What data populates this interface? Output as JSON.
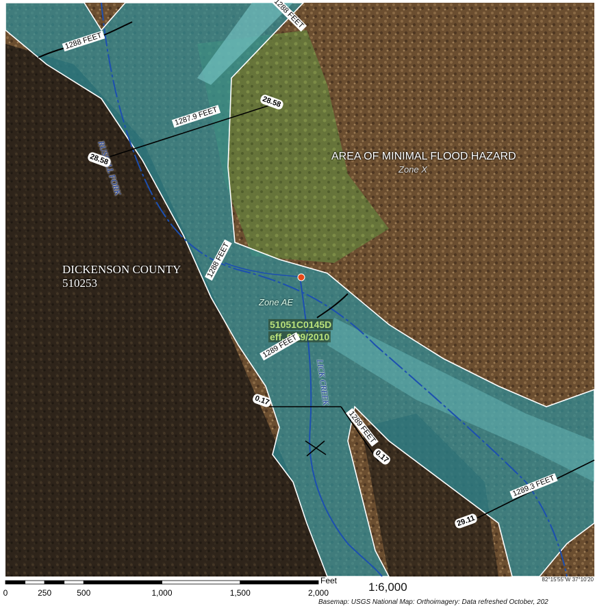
{
  "map": {
    "zone_labels": {
      "minimal_hazard": "AREA OF MINIMAL FLOOD HAZARD",
      "zone_x": "Zone X",
      "zone_ae": "Zone AE"
    },
    "county": {
      "name": "DICKENSON COUNTY",
      "id": "510253"
    },
    "panel": {
      "number": "51051C0145D",
      "effective": "eff. 9/29/2010"
    },
    "streams": {
      "russell_fork": "RUSSELL FORK",
      "lick_creek": "LICK CREEK"
    },
    "bfe_labels": {
      "top_left": "1288 FEET",
      "top_right": "1288 FEET",
      "upper_mid": "1287.9 FEET",
      "mid": "1288 FEET",
      "lower_mid": "1289 FEET",
      "lick": "1289 FEET",
      "bottom_right": "1289.3 FEET"
    },
    "cross_sections": {
      "a": "28.58",
      "b": "28.58",
      "c": "0.17",
      "d": "0.17",
      "e": "29.11"
    },
    "colors": {
      "flood_zone": "#2f8f9a",
      "flood_edge": "#ffffff",
      "stream": "#1c4fb0",
      "forest": "#6a4d2e",
      "meadow": "#6f7d3a",
      "shadow": "#1e1a14",
      "panel_text": "#b8e07a"
    }
  },
  "scale_bar": {
    "unit": "Feet",
    "ticks": [
      "0",
      "250",
      "500",
      "1,000",
      "1,500",
      "2,000"
    ],
    "ticks_values": [
      0,
      250,
      500,
      1000,
      1500,
      2000
    ],
    "ratio": "1:6,000"
  },
  "footer": {
    "coordinate": "82°15'55\"W 37°10'20",
    "basemap": "Basemap: USGS National Map: Orthoimagery: Data refreshed October, 202"
  }
}
